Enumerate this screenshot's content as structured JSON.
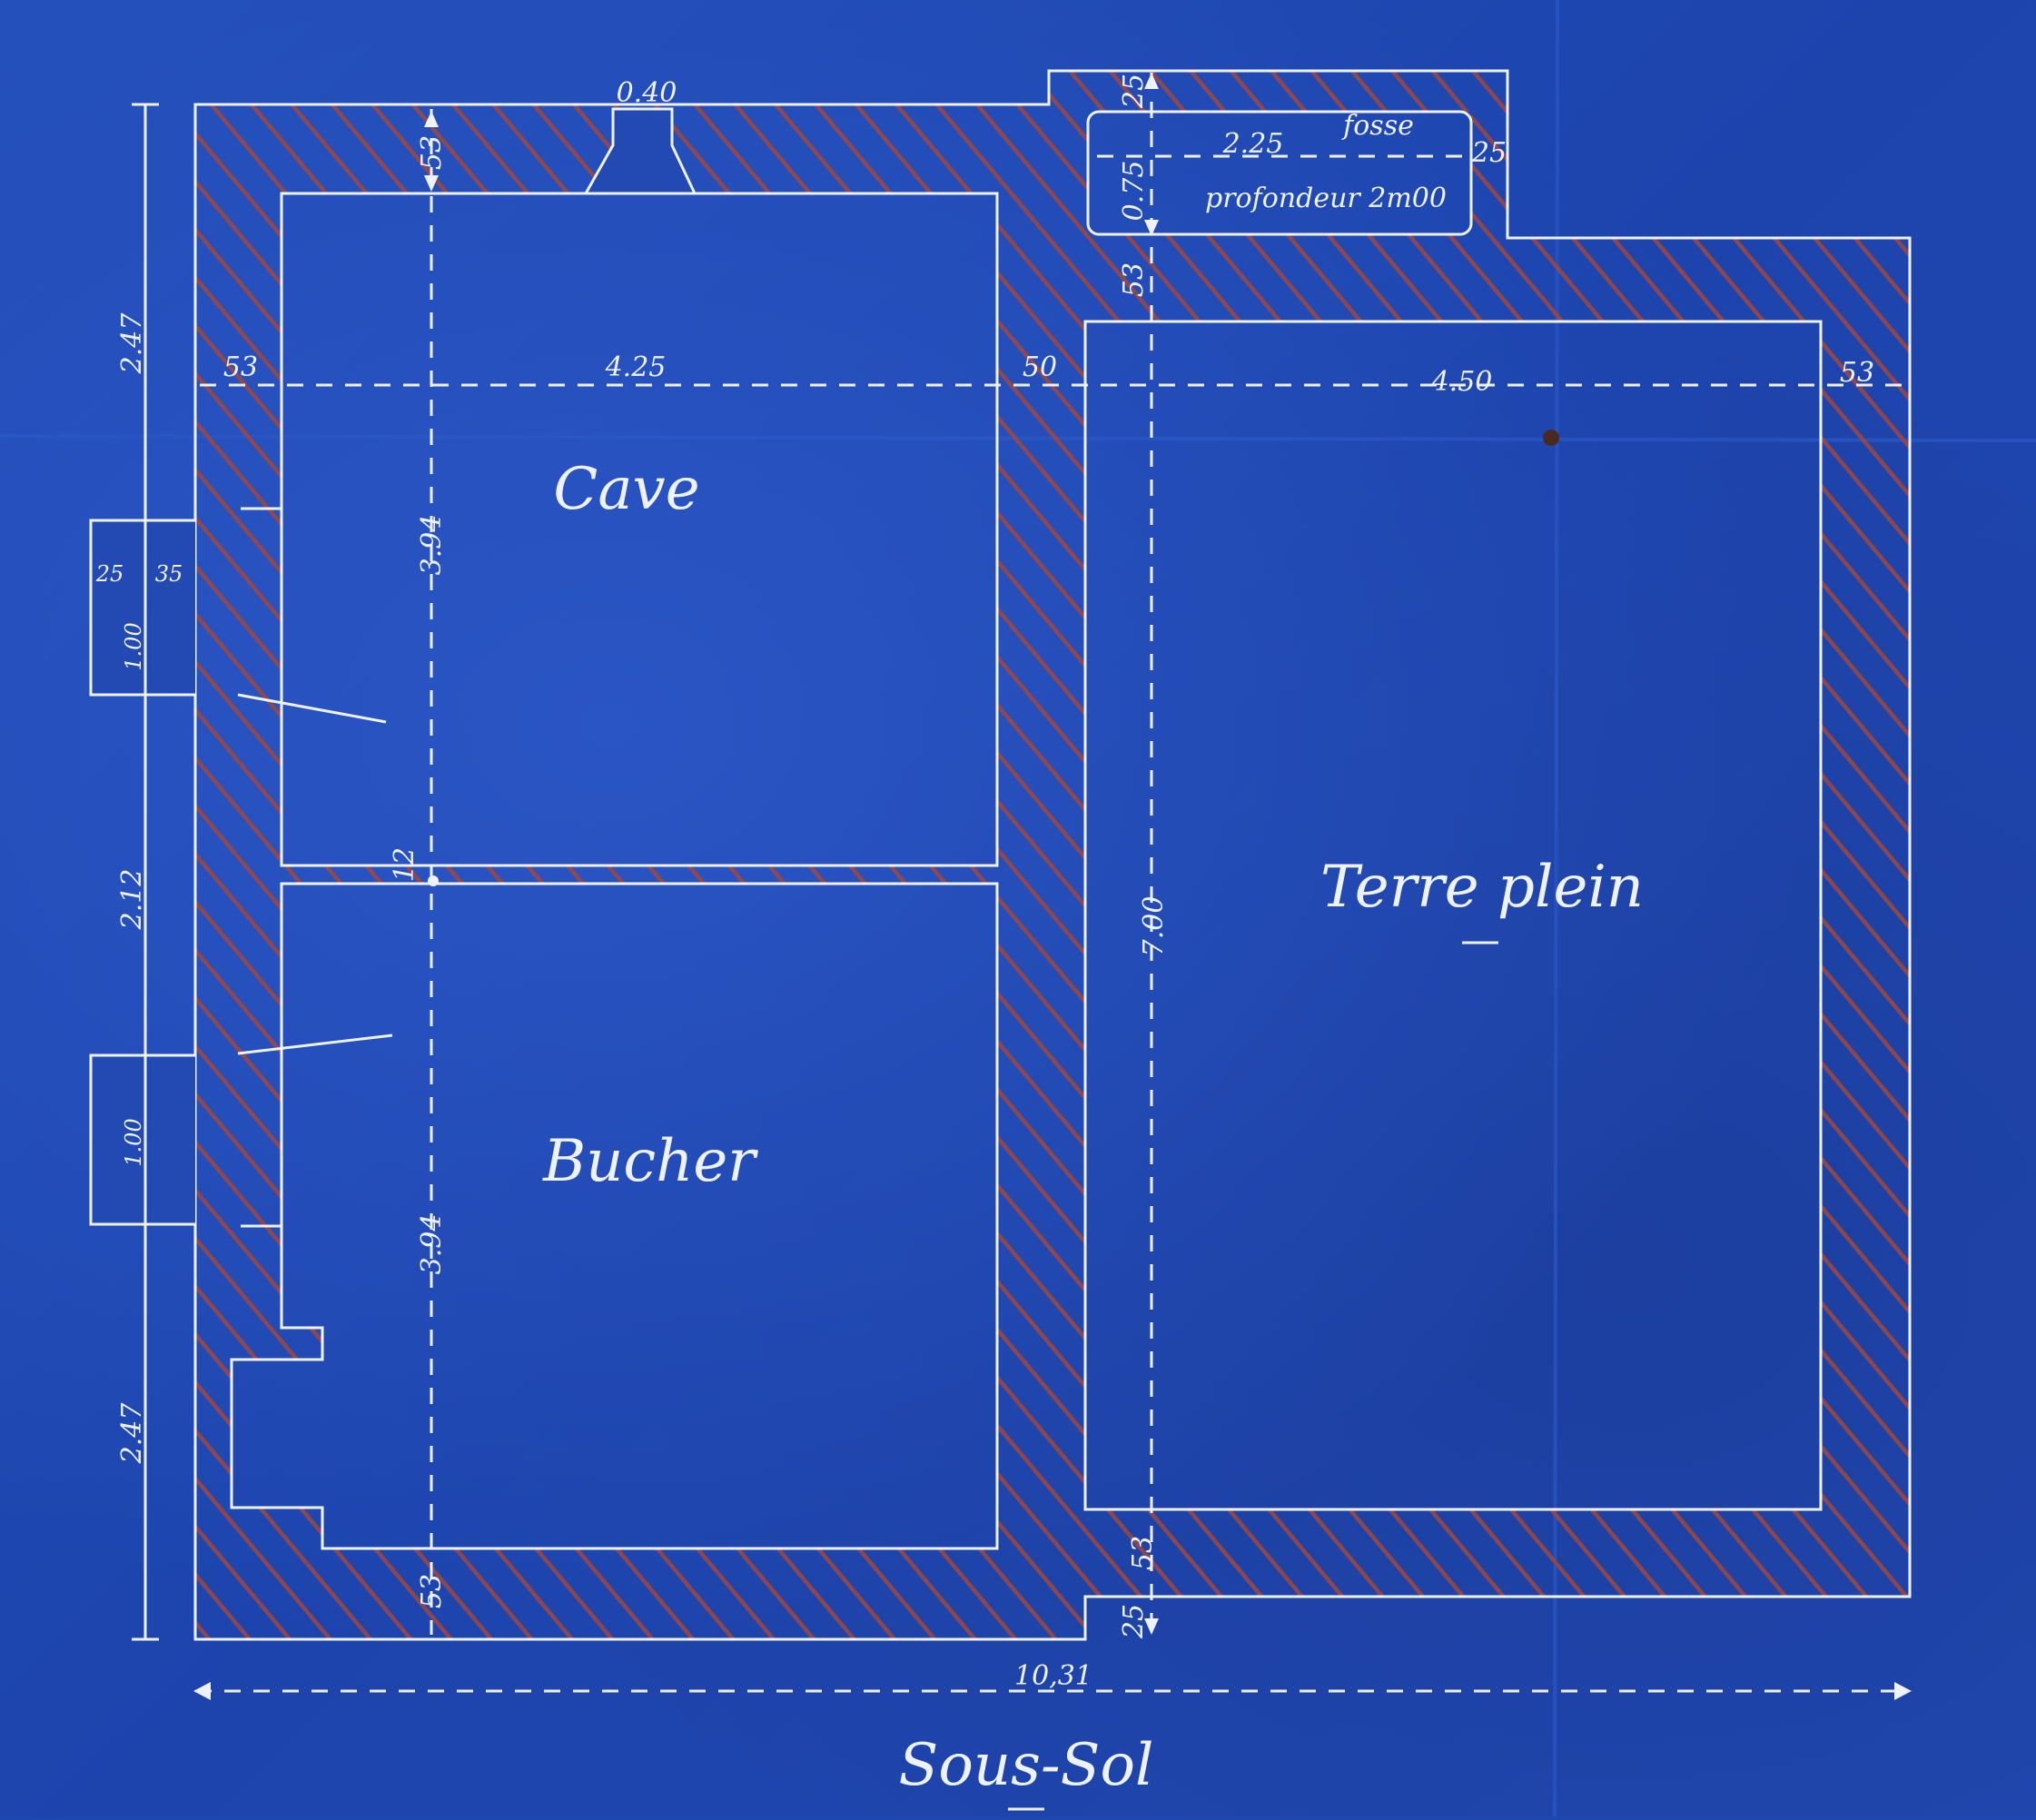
{
  "title": "Sous-Sol",
  "rooms": {
    "cave": "Cave",
    "bucher": "Bucher",
    "terre_plein": "Terre plein"
  },
  "fosse": {
    "label": "fosse",
    "width": "2.25",
    "depth_note": "profondeur 2m00",
    "height": "0.75"
  },
  "dimensions": {
    "chimney": "0.40",
    "top_wall_left": "53",
    "top_wall_right": "53",
    "fosse_wall_top": "25",
    "fosse_wall_right": "25",
    "cave_width": "4.25",
    "terre_plein_width": "4.50",
    "left_wall": "53",
    "middle_wall": "50",
    "right_wall": "53",
    "cave_depth": "3.94",
    "bucher_depth": "3.94",
    "partition": "12",
    "terre_plein_depth": "7.00",
    "bottom_wall_left": "53",
    "bottom_wall_right": "53",
    "bottom_step": "25",
    "overall_width": "10,31",
    "left_seg_top": "2.47",
    "left_seg_mid": "2.12",
    "left_seg_bottom": "2.47",
    "window_upper_a": "25",
    "window_upper_b": "35",
    "window_upper_h": "1.00",
    "window_lower_h": "1.00"
  },
  "colors": {
    "paper": "#1f47b0",
    "line": "#eef2ff",
    "hatch": "#a0463e"
  }
}
